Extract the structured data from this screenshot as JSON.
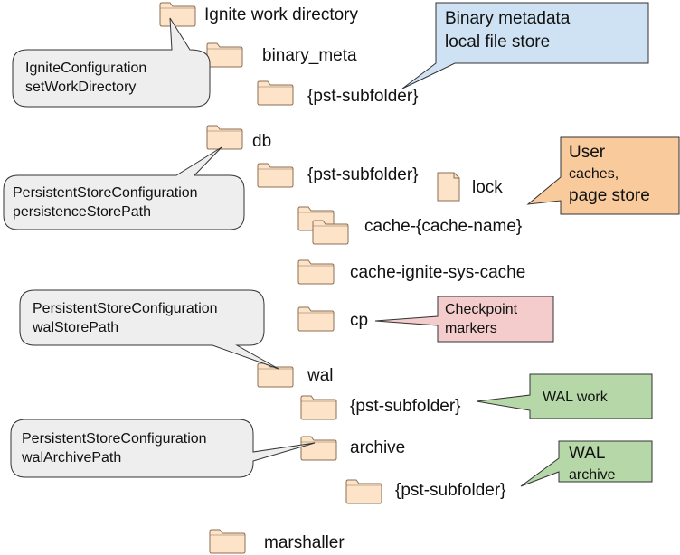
{
  "folders": {
    "work_dir": "Ignite work directory",
    "binary_meta": "binary_meta",
    "binary_meta_pst": "{pst-subfolder}",
    "db": "db",
    "db_pst": "{pst-subfolder}",
    "lock": "lock",
    "cache_name": "cache-{cache-name}",
    "cache_sys": "cache-ignite-sys-cache",
    "cp": "cp",
    "wal": "wal",
    "wal_pst": "{pst-subfolder}",
    "archive": "archive",
    "archive_pst": "{pst-subfolder}",
    "marshaller": "marshaller"
  },
  "config_callouts": {
    "work_dir": {
      "line1": "IgniteConfiguration",
      "line2": "setWorkDirectory"
    },
    "persistence": {
      "line1": "PersistentStoreConfiguration",
      "line2": "persistenceStorePath"
    },
    "wal": {
      "line1": "PersistentStoreConfiguration",
      "line2": "walStorePath"
    },
    "wal_archive": {
      "line1": "PersistentStoreConfiguration",
      "line2": "walArchivePath"
    }
  },
  "info_callouts": {
    "binary": {
      "line1": "Binary metadata",
      "line2": "local file store"
    },
    "user": {
      "line1": "User",
      "line2": "caches,",
      "line3": "page store"
    },
    "checkpoint": {
      "line1": "Checkpoint",
      "line2": "markers"
    },
    "wal_work": {
      "line1": "WAL work"
    },
    "wal_archive": {
      "line1": "WAL",
      "line2": "archive"
    }
  },
  "colors": {
    "folder_fill": "#fde3c7",
    "folder_stroke": "#8a6f55",
    "gray_callout": "#eeeeee",
    "blue_callout": "#cfe2f3",
    "orange_callout": "#f9cb9c",
    "pink_callout": "#f4cccc",
    "green_callout": "#b6d7a8"
  }
}
